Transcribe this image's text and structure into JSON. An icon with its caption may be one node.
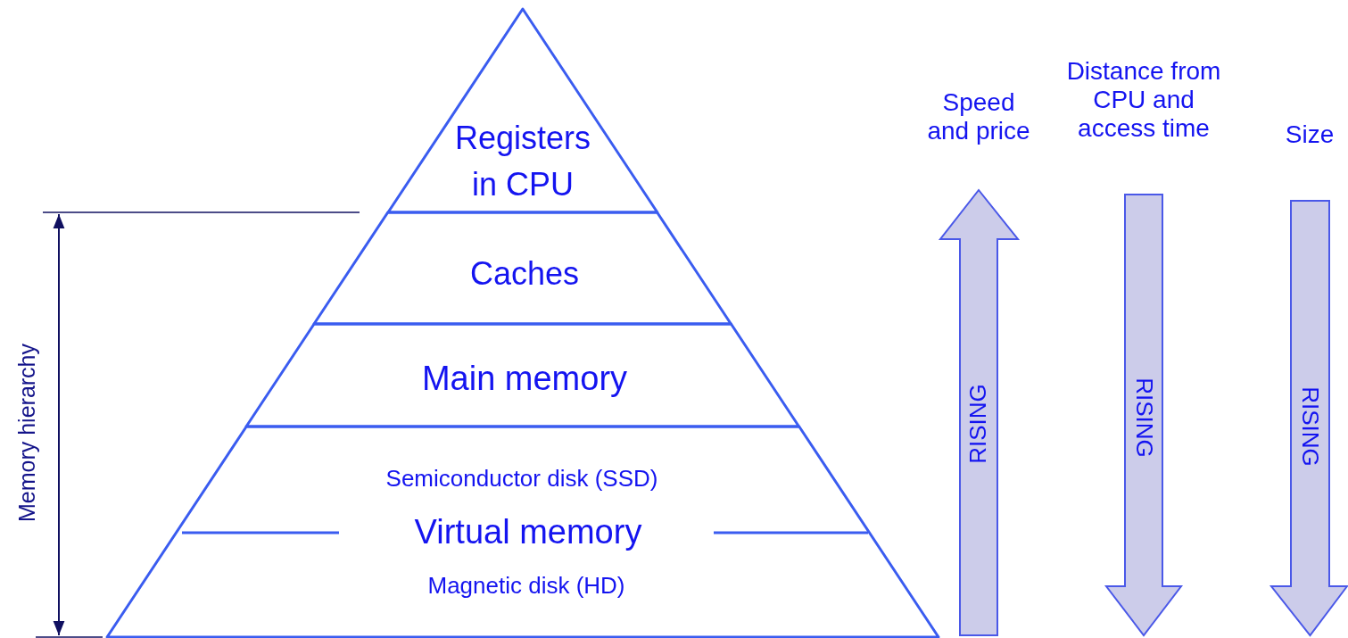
{
  "diagram": {
    "nodes": [
      {
        "text": [
          "Registers in CPU"
        ]
      },
      {
        "text": [
          "Caches"
        ]
      },
      {
        "text": [
          "Main memory"
        ]
      },
      {
        "text": [
          "Semiconductor disk (SSD)",
          "Virtual memory",
          "Magnetic disk (HD)"
        ]
      }
    ],
    "labels": [
      "Distance  from CPU and access time",
      "Speed and price",
      "Size",
      "RISING",
      "RISING",
      "RISING",
      "Memory hierarchy"
    ]
  }
}
